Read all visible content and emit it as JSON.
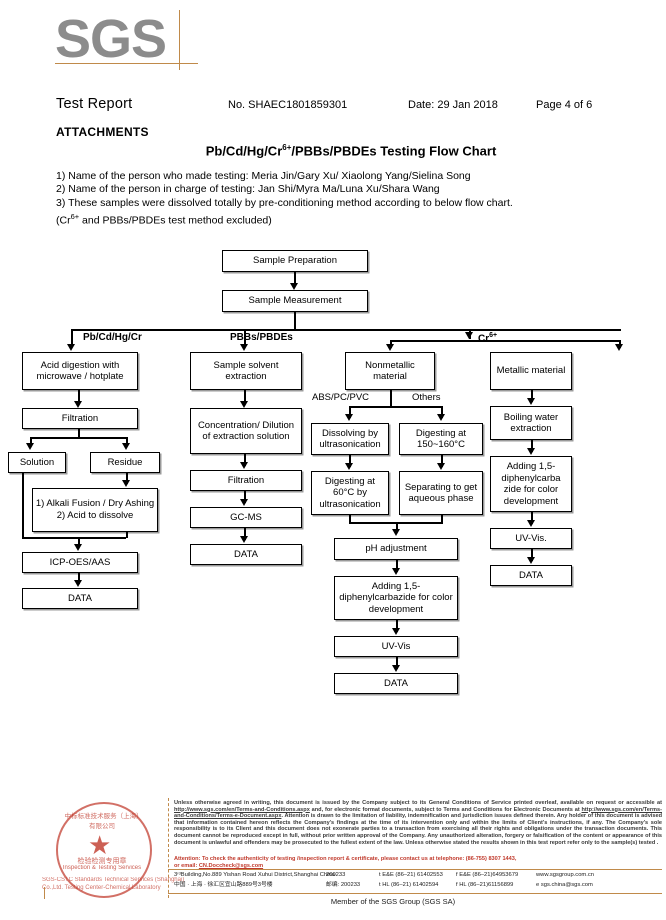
{
  "header": {
    "logo_text": "SGS",
    "report_title": "Test Report",
    "report_no": "No. SHAEC1801859301",
    "date": "Date: 29 Jan 2018",
    "page": "Page 4 of 6",
    "attachments_label": "ATTACHMENTS"
  },
  "chart_title_html": "Pb/Cd/Hg/Cr<sup>6+</sup>/PBBs/PBDEs Testing Flow Chart",
  "notes_html": "1) Name of the person who made testing: Meria Jin/Gary Xu/ Xiaolong Yang/Sielina Song<br>2) Name of the person in charge of testing: Jan Shi/Myra Ma/Luna Xu/Shara Wang<br>3) These samples were dissolved totally by pre-conditioning method according to below flow chart.<br>(Cr<sup>6+</sup> and PBBs/PBDEs test method excluded)",
  "flow": {
    "root": {
      "sample_preparation": "Sample Preparation",
      "sample_measurement": "Sample Measurement"
    },
    "branch_labels": {
      "pb_cd_hg_cr": "Pb/Cd/Hg/Cr",
      "pbbs_pbdes": "PBBs/PBDEs",
      "cr6_html": "Cr<sup>6+</sup>"
    },
    "col1": {
      "acid_digestion": "Acid digestion with microwave / hotplate",
      "filtration": "Filtration",
      "solution": "Solution",
      "residue": "Residue",
      "alkali": "1) Alkali Fusion / Dry Ashing 2) Acid to dissolve",
      "icp": "ICP-OES/AAS",
      "data": "DATA"
    },
    "col2": {
      "solvent_extraction": "Sample solvent extraction",
      "concentration": "Concentration/ Dilution of extraction solution",
      "filtration": "Filtration",
      "gcms": "GC-MS",
      "data": "DATA"
    },
    "col3": {
      "nonmetallic": "Nonmetallic material",
      "label_abs": "ABS/PC/PVC",
      "label_others": "Others",
      "dissolving": "Dissolving by ultrasonication",
      "digesting_150": "Digesting at 150~160°C",
      "digesting_60": "Digesting at 60°C by ultrasonication",
      "separating": "Separating to get aqueous phase",
      "ph_adjustment": "pH adjustment",
      "adding_dpc": "Adding 1,5-diphenylcarbazide for color development",
      "uvvis": "UV-Vis",
      "data": "DATA"
    },
    "col4": {
      "metallic": "Metallic material",
      "boiling": "Boiling water extraction",
      "adding_dpc": "Adding 1,5-diphenylcarba zide for color development",
      "uvvis": "UV-Vis.",
      "data": "DATA"
    }
  },
  "seal": {
    "arc_top": "中标标准技术服务（上海）有限公司",
    "cn_text": "检验检测专用章",
    "en_text": "Inspection & Testing Services",
    "sub_text": "SGS-CSTC Standards Technical Services (Shanghai) Co.,Ltd. Testing Center-Chemical Laboratory"
  },
  "footer": {
    "legal_html": "Unless otherwise agreed in writing, this document is issued by the Company subject to its General Conditions of Service printed overleaf, available on request or accessible at <u>http://www.sgs.com/en/Terms-and-Conditions.aspx</u> and, for electronic format documents, subject to Terms and Conditions for Electronic Documents at <u>http://www.sgs.com/en/Terms-and-Conditions/Terms-e-Document.aspx</u>. Attention is drawn to the limitation of liability, indemnification and jurisdiction issues defined therein. Any holder of this document is advised that information contained hereon reflects the Company's findings at the time of its intervention only and within the limits of Client's instructions, if any. The Company's sole responsibility is to its Client and this document does not exonerate parties to a transaction from exercising all their rights and obligations under the transaction documents. This document cannot be reproduced except in full, without prior written approval of the Company. Any unauthorized alteration, forgery or falsification of the content or appearance of this document is unlawful and offenders may be prosecuted to the fullest extent of the law. Unless otherwise stated the results shown in this test report refer only to the sample(s) tested .",
    "attention_html": "Attention: To check the authenticity of testing /inspection report &amp; certificate, please contact us at telephone: (86-755) 8307 1443,<br>or email: <u>CN.Doccheck@sgs.com</u>",
    "address_rows": [
      {
        "c1": "3ʳᵈBuilding,No.889 Yishan Road Xuhui District,Shanghai China",
        "c2": "200233",
        "c3": "t E&E (86–21) 61402553",
        "c4": "f E&E (86–21)64953679",
        "c5": "www.sgsgroup.com.cn"
      },
      {
        "c1": "中国 · 上海 · 徐汇区宜山路889号3号楼",
        "c2": "邮编: 200233",
        "c3": "t HL (86–21) 61402594",
        "c4": "f HL (86–21)61156899",
        "c5": "e sgs.china@sgs.com"
      }
    ],
    "member_line": "Member of the SGS Group (SGS SA)"
  }
}
